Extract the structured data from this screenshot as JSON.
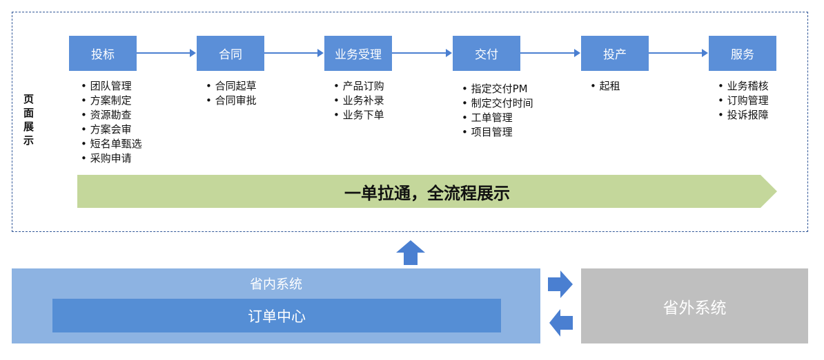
{
  "page_label": "页面展示",
  "stages": [
    {
      "name": "投标",
      "items": [
        "团队管理",
        "方案制定",
        "资源勘查",
        "方案会审",
        "短名单甄选",
        "采购申请"
      ]
    },
    {
      "name": "合同",
      "items": [
        "合同起草",
        "合同审批"
      ]
    },
    {
      "name": "业务受理",
      "items": [
        "产品订购",
        "业务补录",
        "业务下单"
      ]
    },
    {
      "name": "交付",
      "items": [
        "指定交付PM",
        "制定交付时间",
        "工单管理",
        "项目管理"
      ]
    },
    {
      "name": "投产",
      "items": [
        "起租"
      ]
    },
    {
      "name": "服务",
      "items": [
        "业务稽核",
        "订购管理",
        "投诉报障"
      ]
    }
  ],
  "banner": "一单拉通，全流程展示",
  "province_system": "省内系统",
  "order_center": "订单中心",
  "outside_system": "省外系统",
  "colors": {
    "stage_box": "#5b8fd8",
    "banner": "#c4d79b",
    "province": "#8db3e2",
    "order_center": "#558ed5",
    "outside": "#bfbfbf",
    "arrow": "#4a7fd1"
  }
}
